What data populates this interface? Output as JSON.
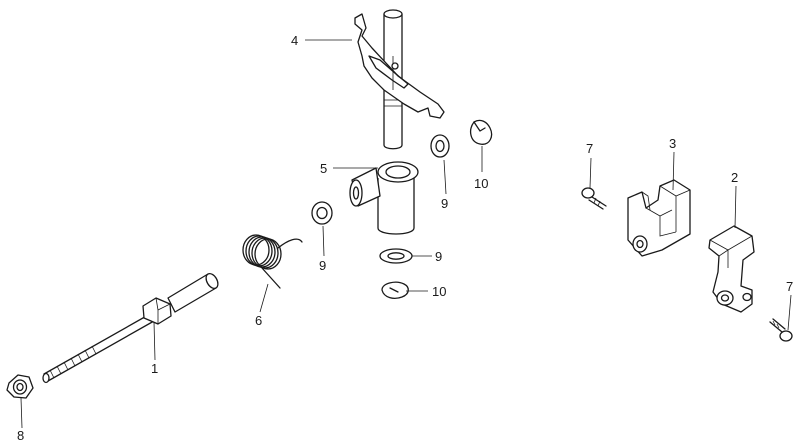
{
  "parts": [
    {
      "id": "part-1",
      "label": "1"
    },
    {
      "id": "part-2",
      "label": "2"
    },
    {
      "id": "part-3",
      "label": "3"
    },
    {
      "id": "part-4",
      "label": "4"
    },
    {
      "id": "part-5",
      "label": "5"
    },
    {
      "id": "part-6",
      "label": "6"
    },
    {
      "id": "part-7-a",
      "label": "7"
    },
    {
      "id": "part-7-b",
      "label": "7"
    },
    {
      "id": "part-8",
      "label": "8"
    },
    {
      "id": "part-9-a",
      "label": "9"
    },
    {
      "id": "part-9-b",
      "label": "9"
    },
    {
      "id": "part-9-c",
      "label": "9"
    },
    {
      "id": "part-10-a",
      "label": "10"
    },
    {
      "id": "part-10-b",
      "label": "10"
    }
  ]
}
